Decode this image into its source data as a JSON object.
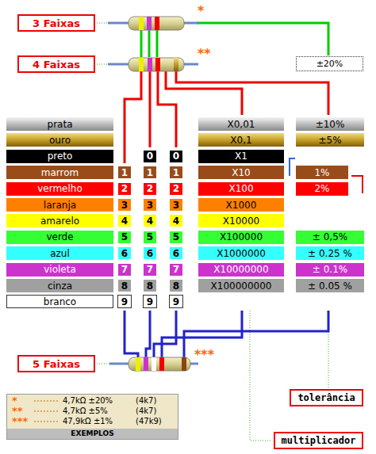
{
  "diagram": {
    "nodes": [
      {
        "text": [
          "3 Faixas"
        ]
      },
      {
        "text": [
          "±20%"
        ]
      },
      {
        "text": [
          "4 Faixas"
        ]
      },
      {
        "text": [
          "5 Faixas"
        ]
      },
      {
        "text": [
          "*",
          "4,7kΩ ±20%",
          "(4k7)",
          "**",
          "4,7kΩ ±5%",
          "(4k7)",
          "***",
          "47,9kΩ ±1%",
          "(47k9)",
          "EXEMPLOS"
        ]
      },
      {
        "text": [
          "tolerância"
        ]
      },
      {
        "text": [
          "multiplicador"
        ]
      }
    ],
    "labels": [
      "*",
      "**",
      "prata",
      "ouro",
      "preto",
      "marrom",
      "vermelho",
      "laranja",
      "amarelo",
      "verde",
      "azul",
      "violeta",
      "cinza",
      "branco",
      "1",
      "2",
      "3",
      "4",
      "5",
      "6",
      "7",
      "8",
      "9",
      "0",
      "1",
      "2",
      "3",
      "4",
      "5",
      "6",
      "7",
      "8",
      "9",
      "0",
      "1",
      "2",
      "3",
      "4",
      "5",
      "6",
      "7",
      "8",
      "9",
      "X0,01",
      "X0,1",
      "X1",
      "X10",
      "X100",
      "X1000",
      "X10000",
      "X100000",
      "X1000000",
      "X10000000",
      "X100000000",
      "±10%",
      "±5%",
      "1%",
      "2%",
      "± 0,5%",
      "± 0.25 %",
      "± 0.1%",
      "± 0.05 %",
      "***"
    ]
  }
}
